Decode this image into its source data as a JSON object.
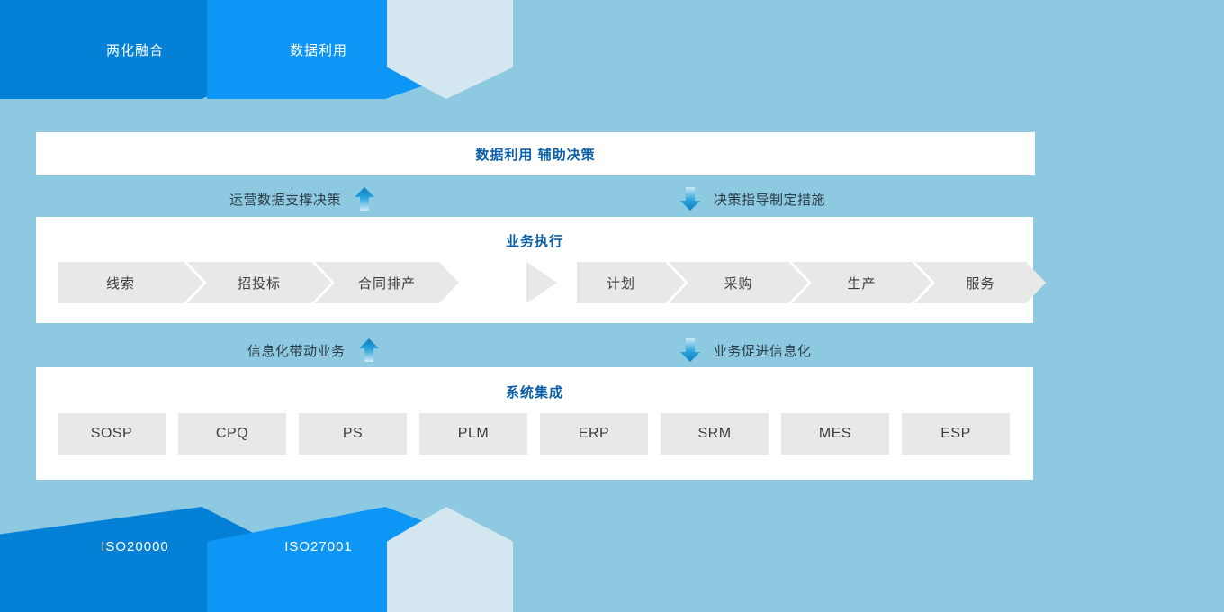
{
  "colors": {
    "background": "#8ec9e2",
    "chevron_dark": "#0580d7",
    "chevron_mid": "#0d96f5",
    "chevron_light": "#d4e6ef",
    "panel": "#ffffff",
    "title_blue": "#0a5fa8",
    "step_gray": "#e8e8e8",
    "step_text": "#3d3d3d",
    "arrow_blue": "#0a8fd4"
  },
  "top_band": {
    "chevrons": [
      {
        "label": "两化融合",
        "tone": "dark"
      },
      {
        "label": "数据利用",
        "tone": "mid"
      },
      {
        "label": "",
        "tone": "light"
      }
    ]
  },
  "bottom_band": {
    "chevrons": [
      {
        "label": "ISO20000",
        "tone": "dark"
      },
      {
        "label": "ISO27001",
        "tone": "mid"
      },
      {
        "label": "",
        "tone": "light"
      }
    ]
  },
  "decision_panel": {
    "title": "数据利用 辅助决策"
  },
  "connector_top": {
    "left_text": "运营数据支撑决策",
    "left_arrow": "arrow-up-icon",
    "right_text": "决策指导制定措施",
    "right_arrow": "arrow-down-icon"
  },
  "business_panel": {
    "title": "业务执行",
    "steps_left": [
      "线索",
      "招投标",
      "合同排产"
    ],
    "steps_right": [
      "计划",
      "采购",
      "生产",
      "服务"
    ]
  },
  "connector_bottom": {
    "left_text": "信息化带动业务",
    "left_arrow": "arrow-up-icon",
    "right_text": "业务促进信息化",
    "right_arrow": "arrow-down-icon"
  },
  "systems_panel": {
    "title": "系统集成",
    "systems": [
      "SOSP",
      "CPQ",
      "PS",
      "PLM",
      "ERP",
      "SRM",
      "MES",
      "ESP"
    ]
  }
}
